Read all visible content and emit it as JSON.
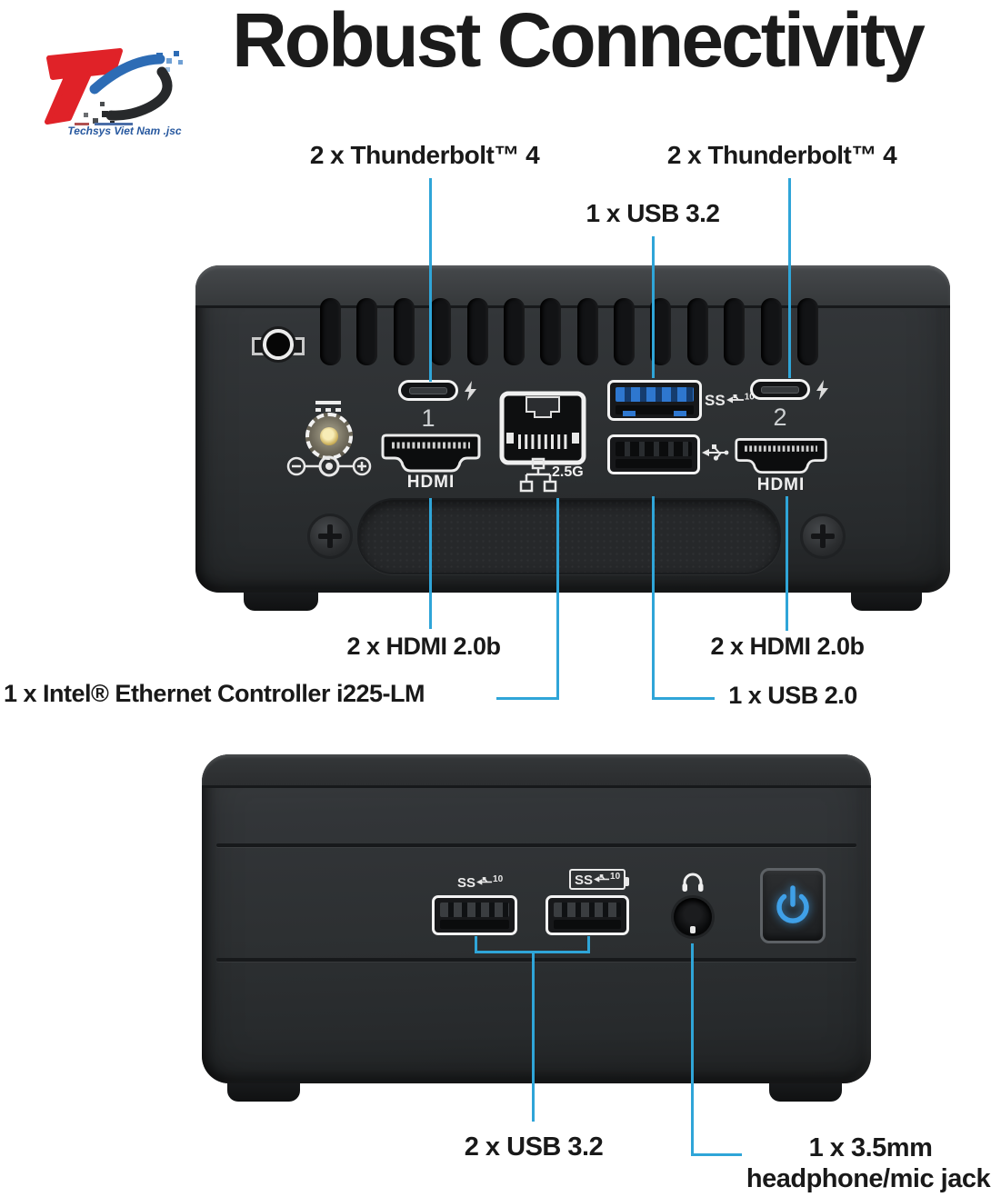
{
  "page": {
    "title": "Robust Connectivity"
  },
  "logo": {
    "company": "Techsys Viet Nam .jsc"
  },
  "rear_view": {
    "callouts": {
      "thunderbolt_left": "2 x Thunderbolt™ 4",
      "thunderbolt_right": "2 x Thunderbolt™ 4",
      "usb32": "1 x USB 3.2",
      "hdmi_left": "2 x HDMI 2.0b",
      "hdmi_right": "2 x HDMI 2.0b",
      "ethernet": "1 x Intel® Ethernet Controller i225-LM",
      "usb20": "1 x USB 2.0"
    },
    "port_labels": {
      "thunderbolt1_number": "1",
      "thunderbolt2_number": "2",
      "hdmi1": "HDMI",
      "hdmi2": "HDMI",
      "ethernet_speed": "2.5G",
      "usb3_ss": "SS",
      "usb3_ss_sup": "10"
    }
  },
  "front_view": {
    "callouts": {
      "usb32": "2 x USB 3.2",
      "audio_line1": "1 x 3.5mm",
      "audio_line2": "headphone/mic jack"
    },
    "port_labels": {
      "usb1_ss": "SS",
      "usb1_ss_sup": "10",
      "usb2_ss": "SS",
      "usb2_ss_sup": "10"
    }
  },
  "colors": {
    "callout_line": "#2fa5d8",
    "power_button_blue": "#3fa0e8",
    "usb3_blue": "#2e77cf",
    "logo_red": "#e02228",
    "logo_blue": "#2d6cb5"
  }
}
